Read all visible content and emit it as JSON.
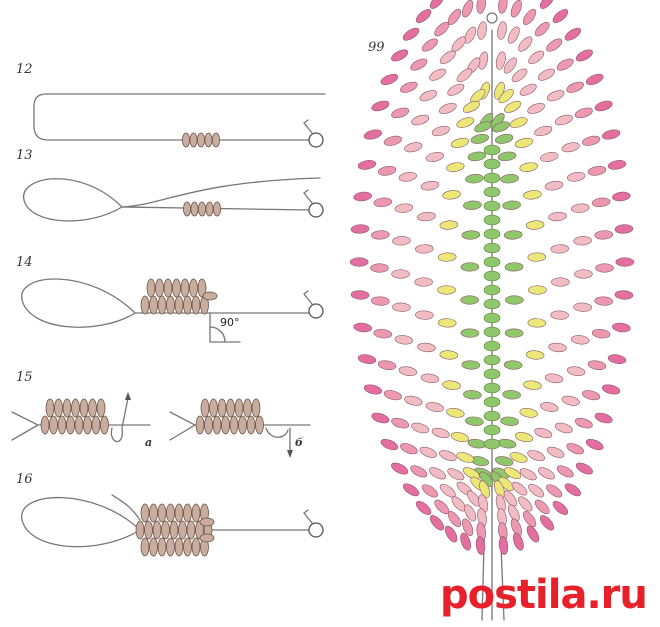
{
  "steps": [
    {
      "label": "12"
    },
    {
      "label": "13"
    },
    {
      "label": "14"
    },
    {
      "label": "15"
    },
    {
      "label": "16"
    }
  ],
  "sub_labels": {
    "a": "а",
    "b": "б"
  },
  "angle": "90°",
  "figure_label": "99",
  "watermark": "postila.ru",
  "colors": {
    "bead_step": "#c9ad9f",
    "bead_outline": "#6a5247",
    "wire": "#777777",
    "leaf_center": "#8fc76a",
    "leaf_yellow": "#ebe878",
    "leaf_light_pink": "#f2bcc4",
    "leaf_mid_pink": "#ec98b0",
    "leaf_dark_pink": "#e56ea0",
    "watermark": "#e8202a"
  }
}
